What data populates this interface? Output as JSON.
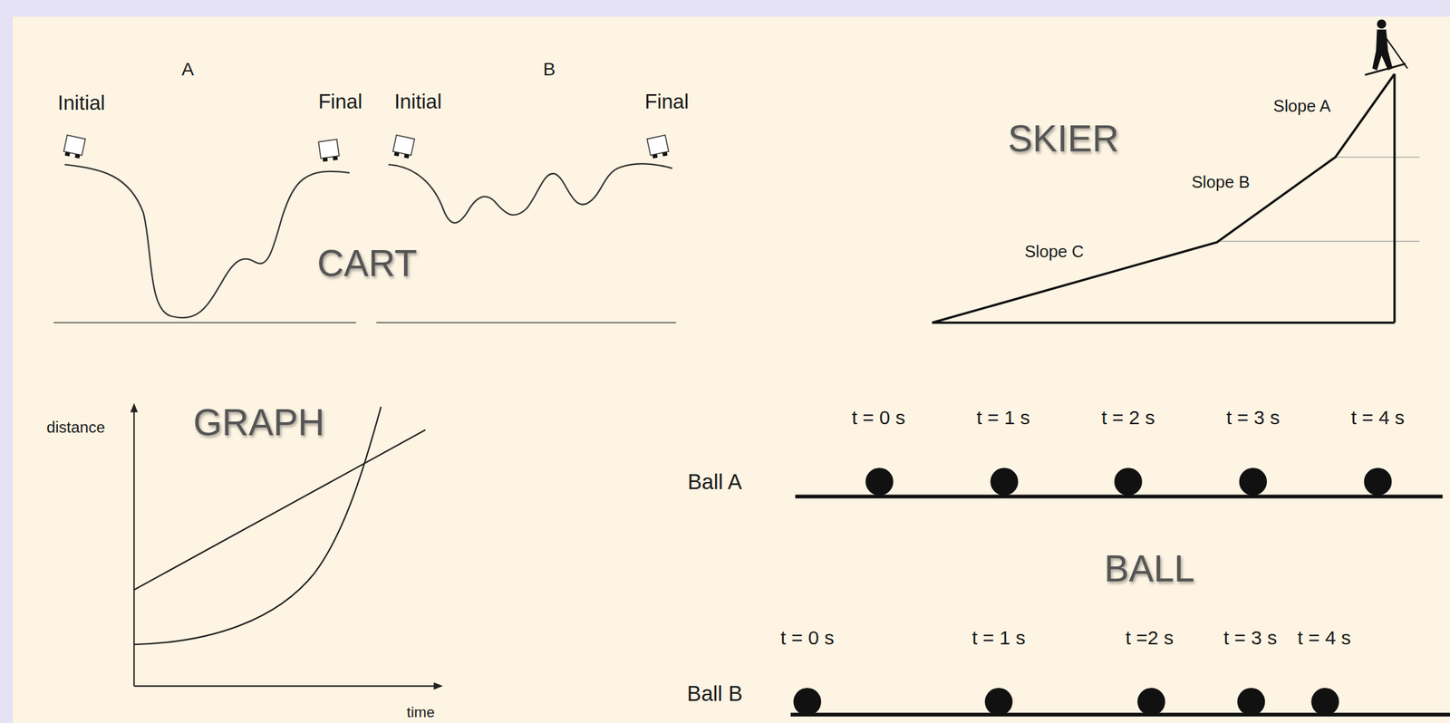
{
  "diagram": {
    "labels": [
      "A",
      "B",
      "Initial",
      "Final",
      "Initial",
      "Final",
      "CART",
      "SKIER",
      "Slope A",
      "Slope B",
      "Slope C",
      "GRAPH",
      "distance",
      "time",
      "t = 0 s",
      "t = 1 s",
      "t = 2 s",
      "t = 3 s",
      "t = 4 s",
      "Ball A",
      "BALL",
      "t = 0 s",
      "t = 1 s",
      "t =2 s",
      "t = 3 s",
      "t = 4 s",
      "Ball B"
    ]
  }
}
